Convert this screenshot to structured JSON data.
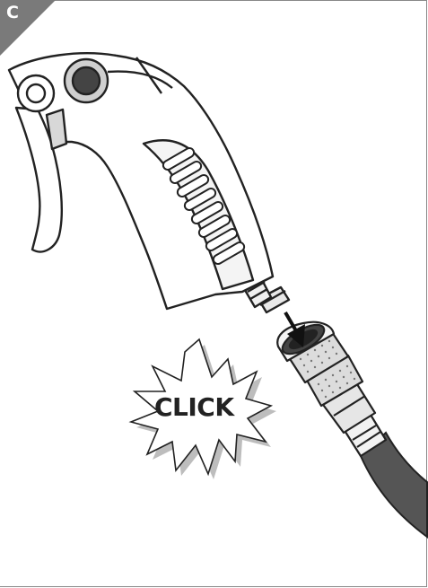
{
  "panel": {
    "label": "C",
    "accent_color": "#7a7a7a"
  },
  "illustration": {
    "subject": "blow-gun-connected-to-quick-coupler",
    "burst_text": "CLICK",
    "icons": [
      "blow-gun-icon",
      "quick-coupler-icon",
      "air-hose-icon",
      "down-arrow-icon",
      "click-burst-icon"
    ]
  }
}
